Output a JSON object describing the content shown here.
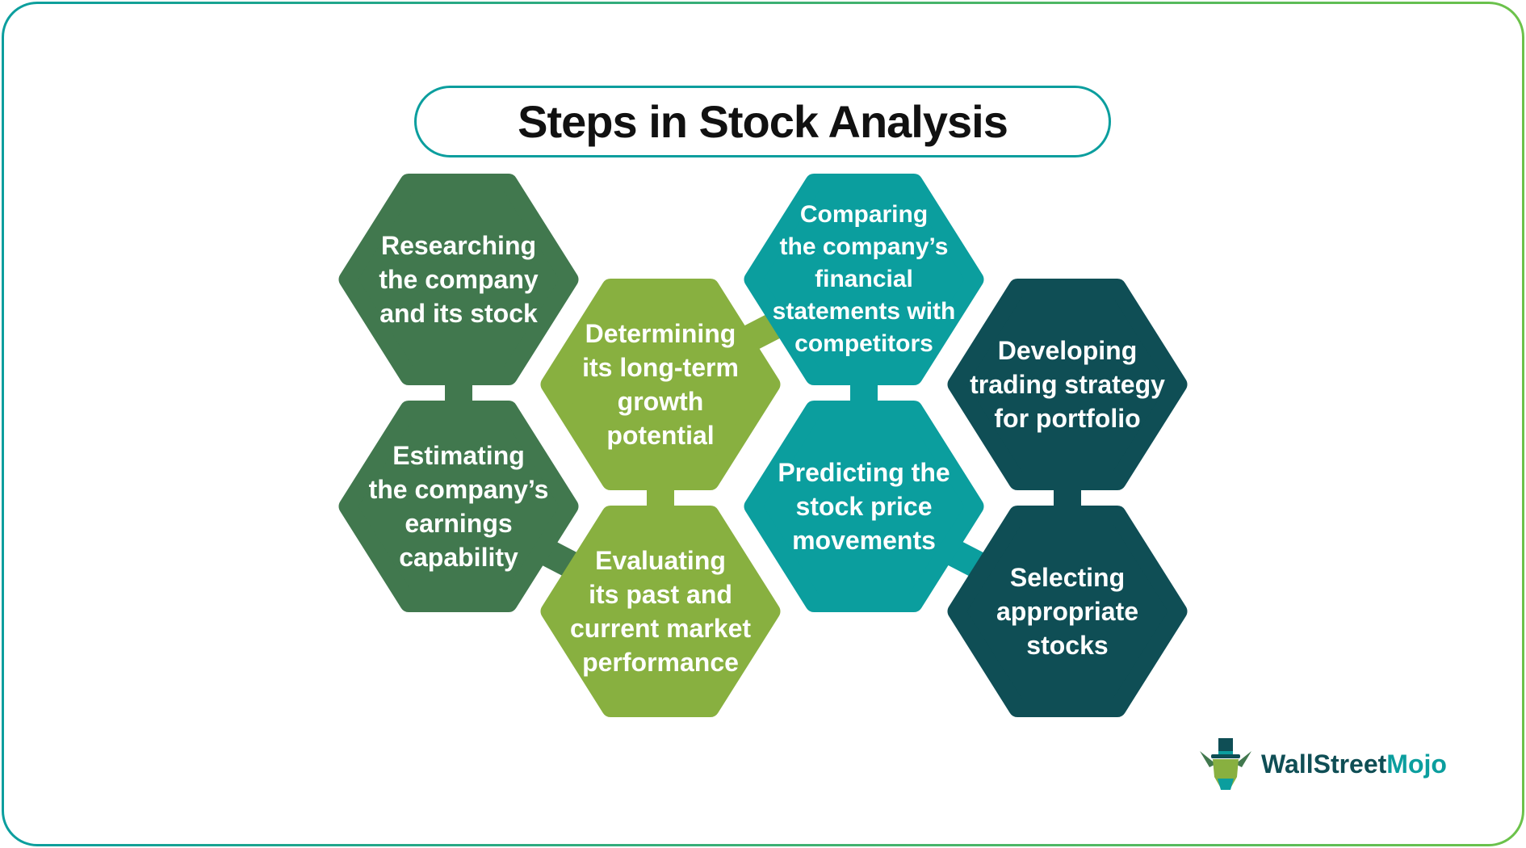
{
  "title": "Steps in Stock Analysis",
  "colors": {
    "dark_green": "#41784E",
    "light_green": "#88B040",
    "teal": "#0B9E9E",
    "dark_teal": "#0F4E55"
  },
  "steps": [
    {
      "label": "Researching\nthe company\nand its stock",
      "color": "dark_green"
    },
    {
      "label": "Estimating\nthe company’s\nearnings\ncapability",
      "color": "dark_green"
    },
    {
      "label": "Determining\nits long-term\ngrowth\npotential",
      "color": "light_green"
    },
    {
      "label": "Evaluating\nits past and\ncurrent market\nperformance",
      "color": "light_green"
    },
    {
      "label": "Comparing\nthe company’s\nfinancial\nstatements with\ncompetitors",
      "color": "teal"
    },
    {
      "label": "Predicting the\nstock price\nmovements",
      "color": "teal"
    },
    {
      "label": "Developing\ntrading strategy\nfor portfolio",
      "color": "dark_teal"
    },
    {
      "label": "Selecting\nappropriate\nstocks",
      "color": "dark_teal"
    }
  ],
  "logo": {
    "text_main": "WallStreet",
    "text_accent": "Mojo",
    "icon": "bull-with-top-hat-icon"
  }
}
